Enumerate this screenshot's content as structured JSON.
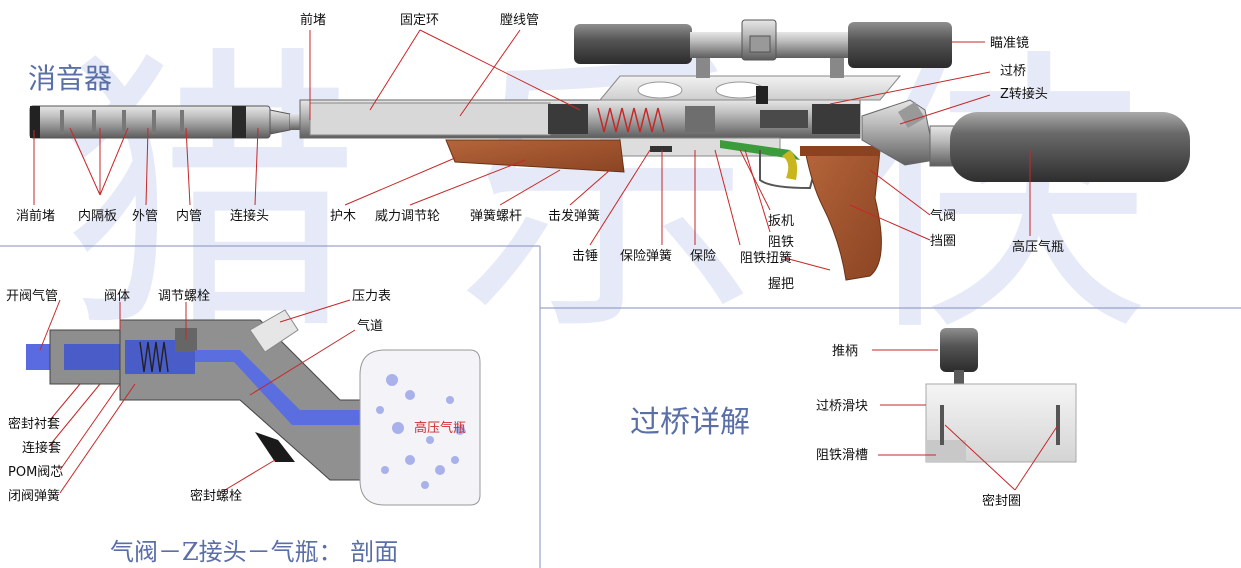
{
  "section_titles": {
    "silencer": "消音器",
    "bridge_detail": "过桥详解",
    "cross_section": "气阀－Z接头－气瓶： 剖面"
  },
  "gun_labels": {
    "front_plug": "前堵",
    "fixing_ring": "固定环",
    "rifled_barrel": "膛线管",
    "scope": "瞄准镜",
    "bridge": "过桥",
    "z_adapter": "Z转接头",
    "silencer_front_plug": "消前堵",
    "inner_baffle": "内隔板",
    "outer_tube": "外管",
    "inner_tube": "内管",
    "connector": "连接头",
    "handguard": "护木",
    "power_wheel": "威力调节轮",
    "spring_screw": "弹簧螺杆",
    "hammer_spring": "击发弹簧",
    "hammer": "击锤",
    "safety_spring": "保险弹簧",
    "safety": "保险",
    "trigger": "扳机",
    "sear": "阻铁",
    "sear_torsion_spring": "阻铁扭簧",
    "grip": "握把",
    "air_valve": "气阀",
    "stop_ring": "挡圈",
    "hp_bottle": "高压气瓶"
  },
  "valve_labels": {
    "open_valve_pipe": "开阀气管",
    "valve_body": "阀体",
    "adjust_screw": "调节螺栓",
    "pressure_gauge": "压力表",
    "air_channel": "气道",
    "hp_bottle_red": "高压气瓶",
    "seal_bushing": "密封衬套",
    "connect_sleeve": "连接套",
    "pom_core": "POM阀芯",
    "close_spring": "闭阀弹簧",
    "seal_bolt": "密封螺栓"
  },
  "bridge_labels": {
    "push_handle": "推柄",
    "bridge_slider": "过桥滑块",
    "sear_groove": "阻铁滑槽",
    "seal_ring": "密封圈"
  },
  "watermark": "猎 乐 侠",
  "colors": {
    "leader": "#c62828",
    "section_title": "#5a6fa8",
    "wood": "#a0522d",
    "valve_blue": "#4a5cc8",
    "divider": "#9aa3c8"
  }
}
